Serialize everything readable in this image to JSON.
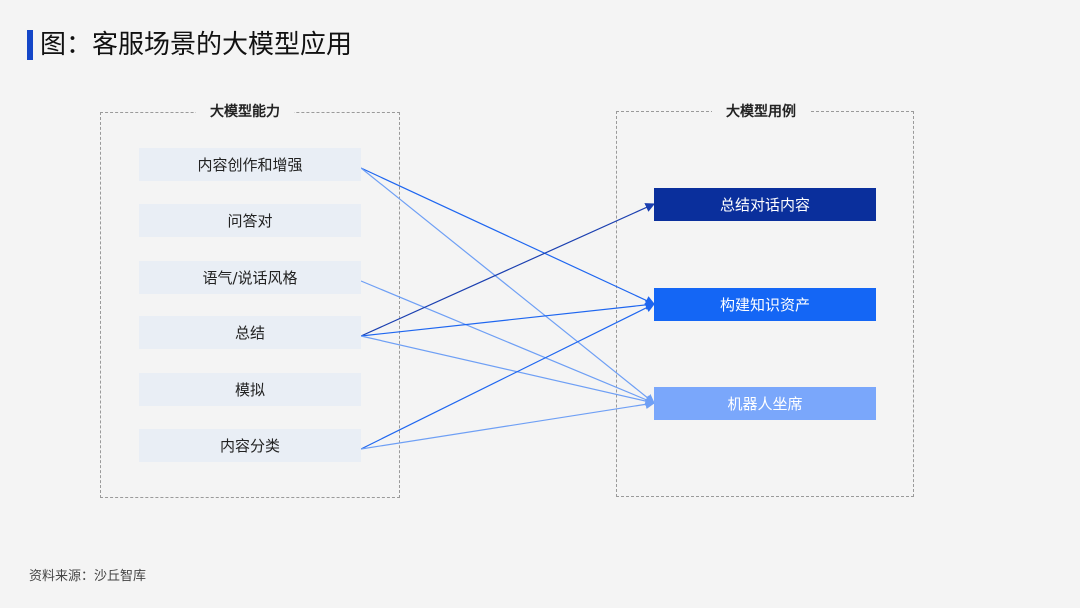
{
  "title": "图：客服场景的大模型应用",
  "left_group": {
    "title": "大模型能力",
    "items": [
      {
        "id": "c1",
        "label": "内容创作和增强"
      },
      {
        "id": "c2",
        "label": "问答对"
      },
      {
        "id": "c3",
        "label": "语气/说话风格"
      },
      {
        "id": "c4",
        "label": "总结"
      },
      {
        "id": "c5",
        "label": "模拟"
      },
      {
        "id": "c6",
        "label": "内容分类"
      }
    ]
  },
  "right_group": {
    "title": "大模型用例",
    "items": [
      {
        "id": "u1",
        "label": "总结对话内容",
        "color": "#0a2f9c"
      },
      {
        "id": "u2",
        "label": "构建知识资产",
        "color": "#1466f5"
      },
      {
        "id": "u3",
        "label": "机器人坐席",
        "color": "#7aa7fb"
      }
    ]
  },
  "connections": [
    {
      "from": "c1",
      "to": "u2"
    },
    {
      "from": "c1",
      "to": "u3"
    },
    {
      "from": "c3",
      "to": "u3"
    },
    {
      "from": "c4",
      "to": "u1"
    },
    {
      "from": "c4",
      "to": "u2"
    },
    {
      "from": "c4",
      "to": "u3"
    },
    {
      "from": "c6",
      "to": "u2"
    },
    {
      "from": "c6",
      "to": "u3"
    }
  ],
  "source": "资料来源：沙丘智库"
}
